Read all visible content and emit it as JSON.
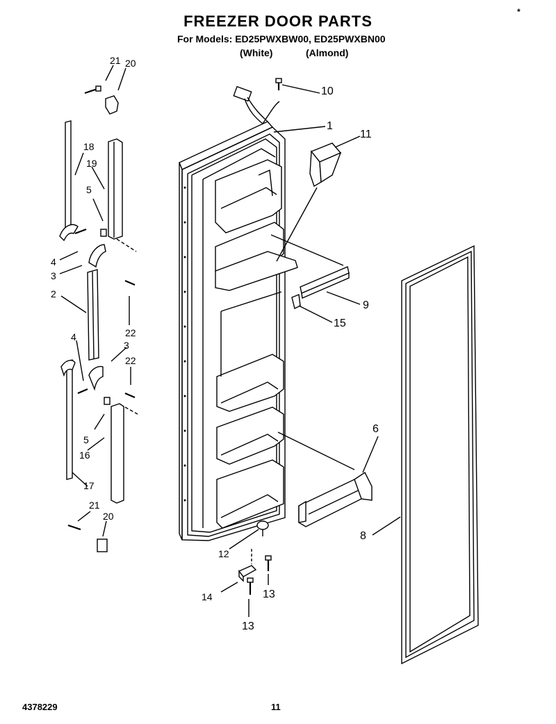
{
  "header": {
    "title": "FREEZER DOOR PARTS",
    "models_line": "For Models: ED25PWXBW00, ED25PWXBN00",
    "variant_white": "(White)",
    "variant_almond": "(Almond)",
    "corner_mark": "*"
  },
  "footer": {
    "doc_number": "4378229",
    "page_number": "11"
  },
  "callouts": {
    "c1": "1",
    "c2": "2",
    "c3a": "3",
    "c3b": "3",
    "c4a": "4",
    "c4b": "4",
    "c5a": "5",
    "c5b": "5",
    "c6": "6",
    "c8": "8",
    "c9": "9",
    "c10": "10",
    "c11": "11",
    "c12": "12",
    "c13a": "13",
    "c13b": "13",
    "c14": "14",
    "c15": "15",
    "c16": "16",
    "c17": "17",
    "c18": "18",
    "c19": "19",
    "c20a": "20",
    "c20b": "20",
    "c21a": "21",
    "c21b": "21",
    "c22a": "22",
    "c22b": "22"
  }
}
